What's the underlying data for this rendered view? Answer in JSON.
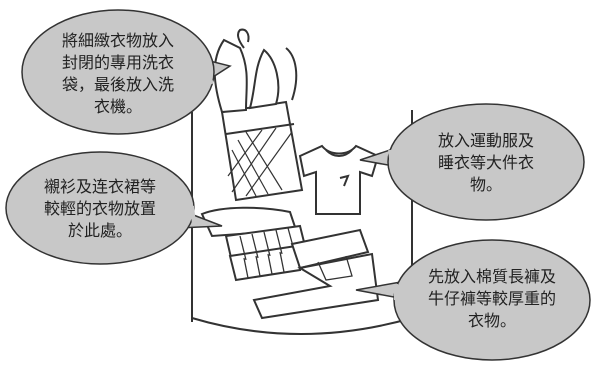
{
  "callouts": {
    "delicates": {
      "lines": [
        "將細緻衣物放入",
        "封閉的專用洗衣",
        "袋，最後放入洗",
        "衣機。"
      ]
    },
    "light_clothes": {
      "lines": [
        "放入運動服及",
        "睡衣等大件衣",
        "物。"
      ]
    },
    "shirts_dresses": {
      "lines": [
        "襯衫及连衣裙等",
        "較輕的衣物放置",
        "於此處。"
      ]
    },
    "heavy_items": {
      "lines": [
        "先放入棉質長褲及",
        "牛仔褲等較厚重的",
        "衣物。"
      ]
    }
  },
  "colors": {
    "bubble_fill": "#c8c8c8",
    "outline": "#333333"
  }
}
